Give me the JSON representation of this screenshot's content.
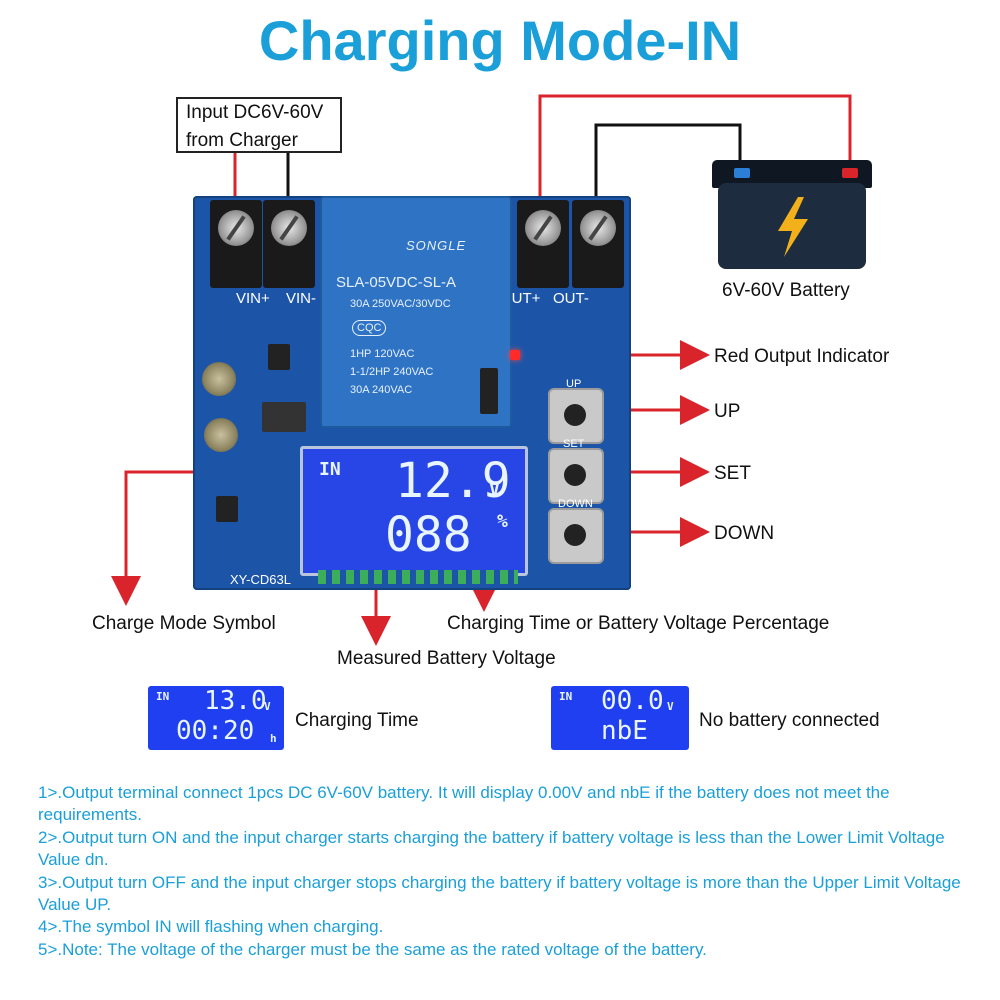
{
  "title": "Charging Mode-IN",
  "input_box": {
    "line1": "Input DC6V-60V",
    "line2": "from Charger"
  },
  "battery_label": "6V-60V Battery",
  "terminals": {
    "vin_plus": "VIN+",
    "vin_minus": "VIN-",
    "out_plus": "OUT+",
    "out_minus": "OUT-"
  },
  "relay": {
    "brand": "SONGLE",
    "model": "SLA-05VDC-SL-A",
    "rating1": "30A  250VAC/30VDC",
    "cqc": "CQC",
    "line3": "1HP 120VAC",
    "line4": "1-1/2HP 240VAC",
    "line5": "30A 240VAC"
  },
  "buttons": {
    "up": "UP",
    "set": "SET",
    "down": "DOWN"
  },
  "board_model": "XY-CD63L",
  "main_lcd": {
    "mode": "IN",
    "voltage": "12.9",
    "v_unit": "V",
    "percent": "088",
    "pct_unit": "%"
  },
  "callouts": {
    "red_indicator": "Red Output Indicator",
    "up": "UP",
    "set": "SET",
    "down": "DOWN",
    "charge_mode": "Charge Mode Symbol",
    "measured_voltage": "Measured Battery Voltage",
    "charging_time_pct": "Charging Time or Battery Voltage Percentage"
  },
  "example1": {
    "mode": "IN",
    "voltage": "13.0",
    "v_unit": "V",
    "time": "00:20",
    "t_unit": "h",
    "caption": "Charging Time"
  },
  "example2": {
    "mode": "IN",
    "voltage": "00.0",
    "v_unit": "V",
    "code": "nbE",
    "caption": "No battery connected"
  },
  "notes": [
    "1>.Output terminal connect 1pcs DC 6V-60V battery. It will display 0.00V and nbE if the battery does not meet the requirements.",
    "2>.Output turn ON and the input charger starts charging the battery if battery voltage is less than the Lower Limit Voltage Value dn.",
    "3>.Output turn OFF and the input charger stops charging the battery if battery voltage is more than the Upper Limit Voltage Value UP.",
    "4>.The symbol IN will flashing when charging.",
    "5>.Note: The voltage of the charger must be the same as the rated voltage of the battery."
  ],
  "colors": {
    "title": "#1a9fd8",
    "wire_red": "#d9242b",
    "wire_black": "#111111",
    "board": "#1c55a8",
    "lcd": "#2846e6"
  }
}
